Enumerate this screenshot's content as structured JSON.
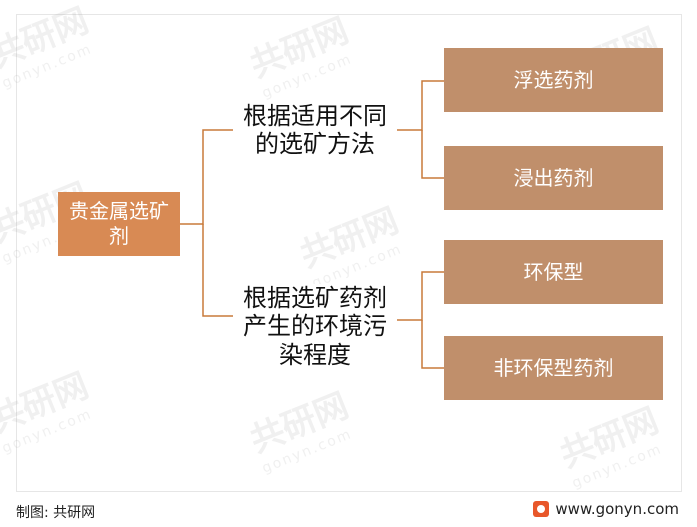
{
  "diagram": {
    "root": {
      "label": "贵金属选矿\n剂"
    },
    "branches": [
      {
        "label": "根据适用不同\n的选矿方法",
        "children": [
          "浮选药剂",
          "浸出药剂"
        ]
      },
      {
        "label": "根据选矿药剂\n产生的环境污\n染程度",
        "children": [
          "环保型",
          "非环保型药剂"
        ]
      }
    ]
  },
  "watermark": {
    "brand": "共研网",
    "url": "gonyn.com"
  },
  "footer": {
    "source": "制图: 共研网",
    "website": "www.gonyn.com"
  },
  "colors": {
    "root_fill": "#d88a54",
    "leaf_fill": "#c08f6b",
    "connector": "#c87a3a"
  }
}
